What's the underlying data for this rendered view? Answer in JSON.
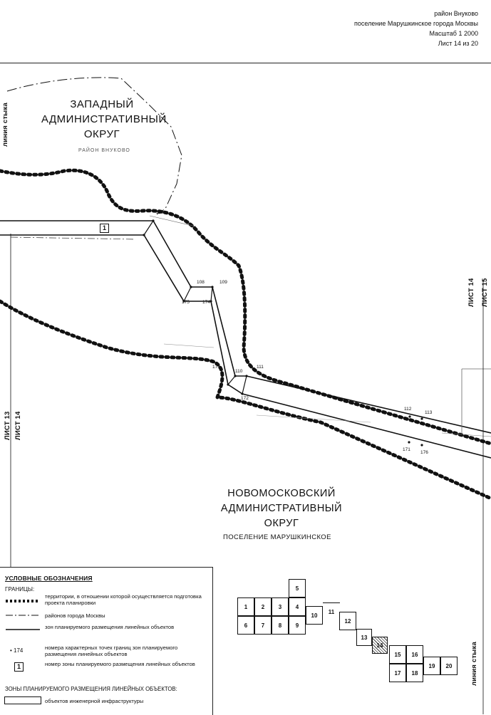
{
  "header": {
    "line1": "район Внуково",
    "line2": "поселение Марушкинское города Москвы",
    "line3": "Масштаб 1 2000",
    "line4": "Лист  14 из 20"
  },
  "map": {
    "okrug_west": [
      "ЗАПАДНЫЙ",
      "АДМИНИСТРАТИВНЫЙ",
      "ОКРУГ"
    ],
    "west_sublabel": "РАЙОН ВНУКОВО",
    "okrug_south": [
      "НОВОМОСКОВСКИЙ",
      "АДМИНИСТРАТИВНЫЙ",
      "ОКРУГ"
    ],
    "settlement": "ПОСЕЛЕНИЕ МАРУШКИНСКОЕ",
    "left_stitch": "линия стыка",
    "right_stitch": "линия стыка",
    "sheet_left_a": "ЛИСТ 13",
    "sheet_left_b": "ЛИСТ 14",
    "sheet_right_a": "ЛИСТ 14",
    "sheet_right_b": "ЛИСТ 15",
    "zone_number": "1",
    "points": [
      "110",
      "108",
      "109",
      "175",
      "174",
      "110",
      "111",
      "173",
      "172",
      "112",
      "113",
      "171",
      "176"
    ]
  },
  "legend": {
    "title": "УСЛОВНЫЕ ОБОЗНАЧЕНИЯ",
    "boundaries_heading": "ГРАНИЦЫ:",
    "item1": "территории, в отношении которой осуществляется подготовка проекта планировки",
    "item2": "районов города Москвы",
    "item3": "зон планируемого размещения линейных объектов",
    "item4_symbol": "• 174",
    "item4": "номера характерных точек границ зон планируемого размещения линейных объектов",
    "item5_symbol": "1",
    "item5": "номер зоны планируемого размещения линейных объектов",
    "zones_heading": "ЗОНЫ ПЛАНИРУЕМОГО РАЗМЕЩЕНИЯ ЛИНЕЙНЫХ ОБЪЕКТОВ:",
    "item6": "объектов инженерной инфраструктуры"
  },
  "sheet_index": {
    "cells": [
      "1",
      "2",
      "3",
      "4",
      "5",
      "6",
      "7",
      "8",
      "9",
      "10",
      "11",
      "12",
      "13",
      "14",
      "15",
      "16",
      "17",
      "18",
      "19",
      "20"
    ],
    "current": "14"
  }
}
